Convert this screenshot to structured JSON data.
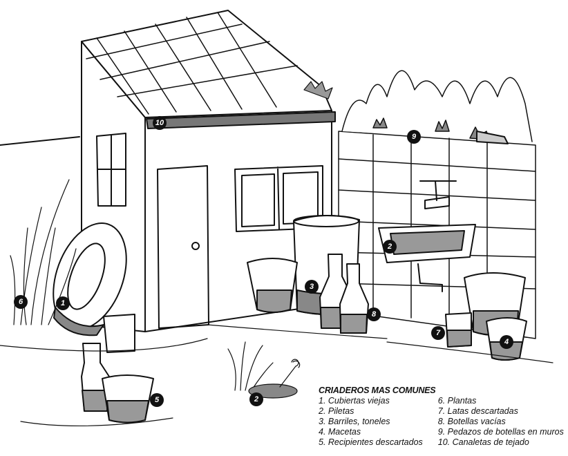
{
  "legend": {
    "title": "CRIADEROS MAS COMUNES",
    "left": [
      "1. Cubiertas viejas",
      "2. Piletas",
      "3. Barriles, toneles",
      "4. Macetas",
      "5. Recipientes descartados"
    ],
    "right": [
      "6. Plantas",
      "7. Latas descartadas",
      "8. Botellas vacías",
      "9. Pedazos de botellas en muros",
      "10. Canaletas de tejado"
    ]
  },
  "markers": [
    "10",
    "9",
    "2",
    "3",
    "8",
    "1",
    "6",
    "7",
    "4",
    "5",
    "2"
  ]
}
